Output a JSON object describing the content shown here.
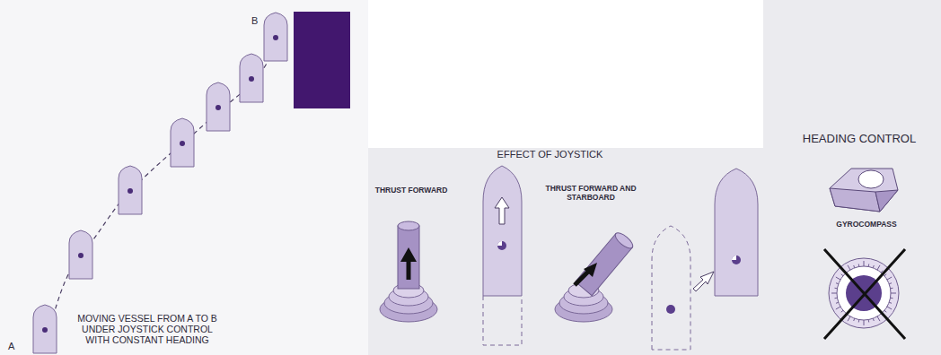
{
  "diagram": {
    "labels": [
      "B",
      "A",
      "MOVING VESSEL FROM A TO B UNDER JOYSTICK CONTROL WITH CONSTANT HEADING",
      "EFFECT OF JOYSTICK",
      "THRUST FORWARD",
      "THRUST FORWARD AND STARBOARD",
      "HEADING CONTROL",
      "GYROCOMPASS"
    ]
  }
}
